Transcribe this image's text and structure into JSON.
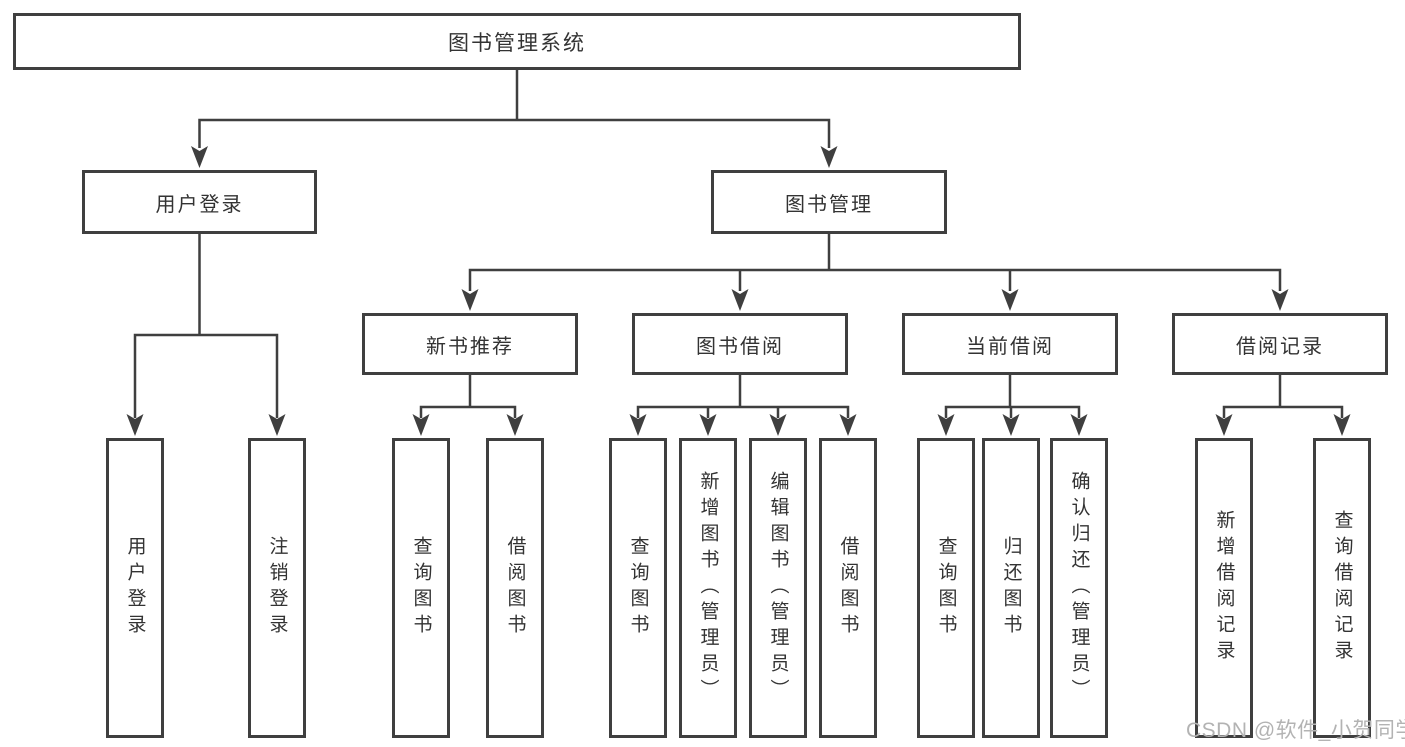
{
  "tree": {
    "root": "图书管理系统",
    "branches": [
      {
        "label": "用户登录",
        "children": [
          "用户登录",
          "注销登录"
        ]
      },
      {
        "label": "图书管理",
        "groups": [
          {
            "label": "新书推荐",
            "children": [
              "查询图书",
              "借阅图书"
            ]
          },
          {
            "label": "图书借阅",
            "children": [
              "查询图书",
              "新增图书（管理员）",
              "编辑图书（管理员）",
              "借阅图书"
            ]
          },
          {
            "label": "当前借阅",
            "children": [
              "查询图书",
              "归还图书",
              "确认归还（管理员）"
            ]
          },
          {
            "label": "借阅记录",
            "children": [
              "新增借阅记录",
              "查询借阅记录"
            ]
          }
        ]
      }
    ]
  },
  "watermark": "CSDN @软件_小贺同学",
  "colors": {
    "line": "#3f3f3f",
    "border": "#3f3f3f",
    "text": "#333333",
    "watermark": "#b3b3b3",
    "background": "#ffffff"
  }
}
